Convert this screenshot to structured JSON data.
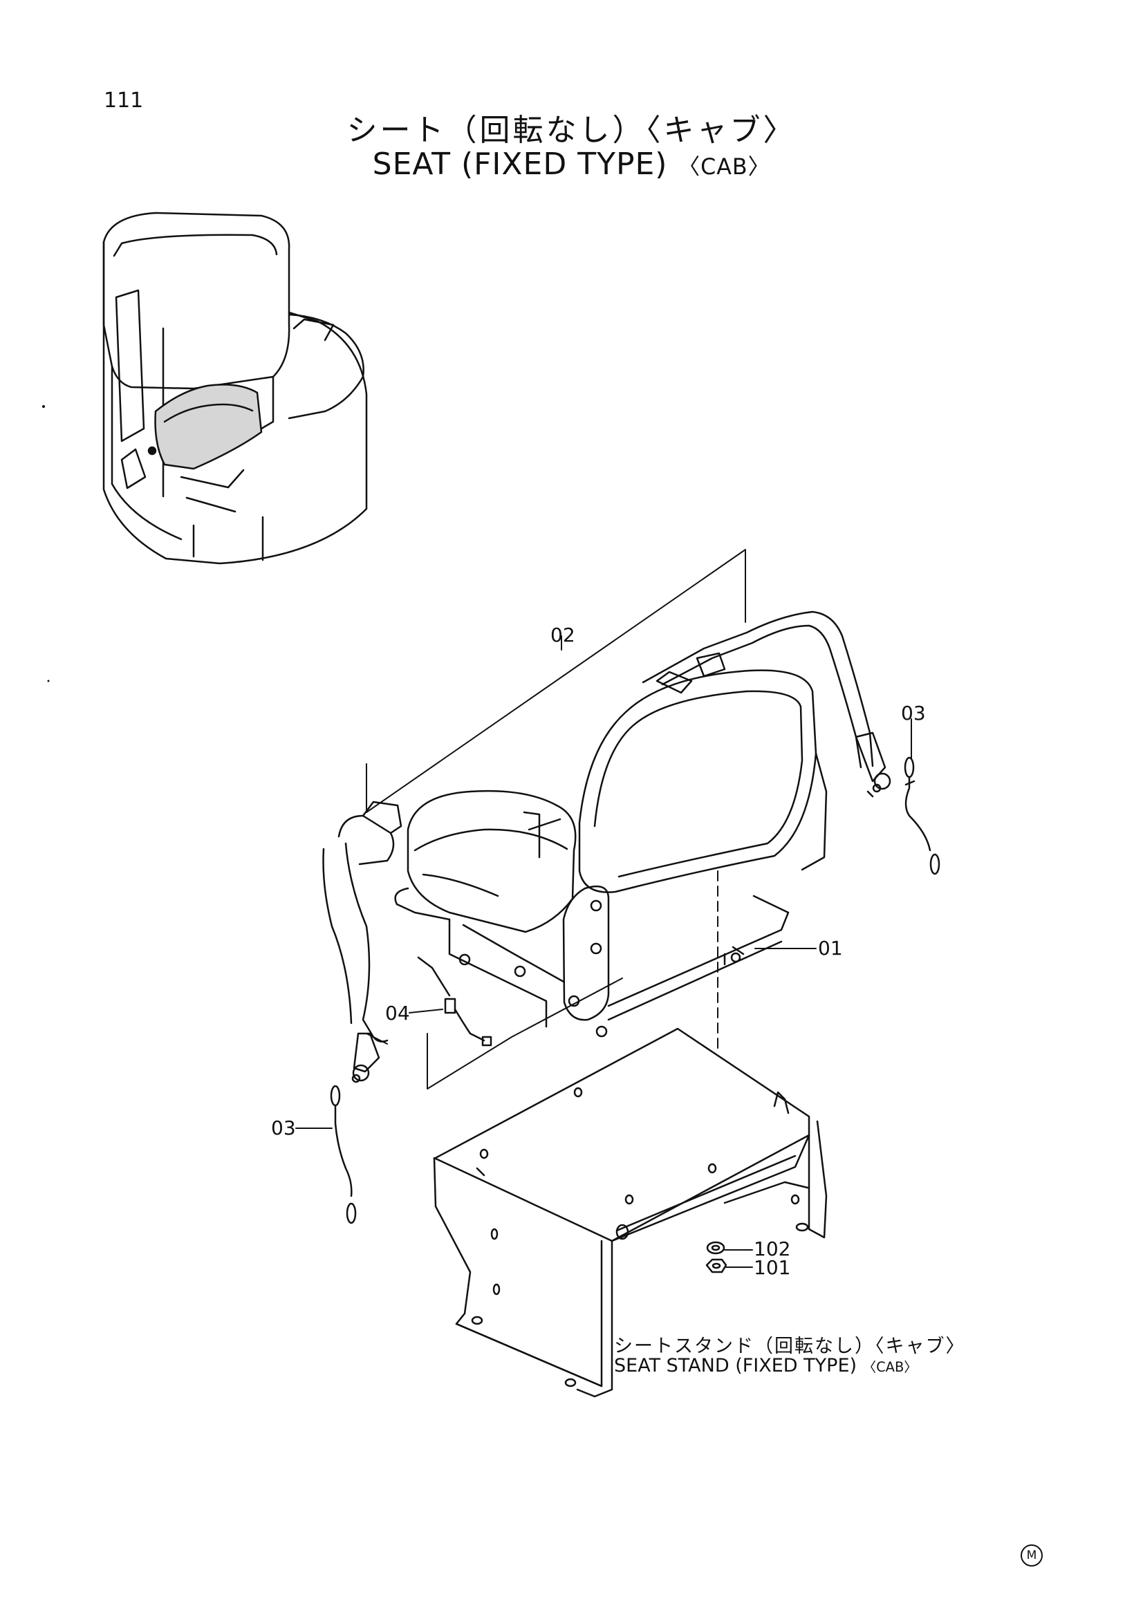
{
  "page_number": "111",
  "title": {
    "ja": "シート（回転なし）",
    "ja_tag": "〈キャブ〉",
    "en": "SEAT (FIXED TYPE)",
    "en_tag": "〈CAB〉"
  },
  "callouts": [
    {
      "id": "02",
      "label": "02"
    },
    {
      "id": "03a",
      "label": "03"
    },
    {
      "id": "01",
      "label": "01"
    },
    {
      "id": "04",
      "label": "04"
    },
    {
      "id": "03b",
      "label": "03"
    },
    {
      "id": "102",
      "label": "102"
    },
    {
      "id": "101",
      "label": "101"
    }
  ],
  "stand_label": {
    "ja": "シートスタンド（回転なし）",
    "ja_tag": "〈キャブ〉",
    "en": "SEAT STAND (FIXED TYPE)",
    "en_tag": "〈CAB〉"
  },
  "corner_mark": "M"
}
